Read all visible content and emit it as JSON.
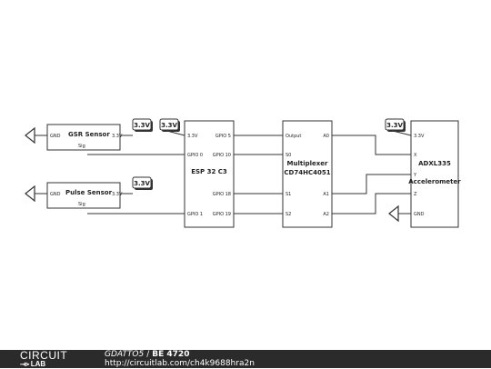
{
  "components": {
    "gsr": {
      "name": "GSR Sensor",
      "gnd": "GND",
      "vcc": "3.3V",
      "sig": "Sig"
    },
    "pulse": {
      "name": "Pulse Sensor",
      "gnd": "GND",
      "vcc": "3.3V",
      "sig": "Sig"
    },
    "esp": {
      "name": "ESP 32 C3",
      "pin_33": "3.3V",
      "gpio5": "GPIO 5",
      "gpio0": "GPIO 0",
      "gpio10": "GPIO 10",
      "gpio18": "GPIO 18",
      "gpio1": "GPIO 1",
      "gpio19": "GPIO 19"
    },
    "mux": {
      "name1": "Multiplexer",
      "name2": "CD74HC4051",
      "output": "Output",
      "a0": "A0",
      "s0": "S0",
      "s1": "S1",
      "a1": "A1",
      "s2": "S2",
      "a2": "A2"
    },
    "adxl": {
      "name1": "ADXL335",
      "name2": "Accelerometer",
      "vcc": "3.3V",
      "x": "X",
      "y": "Y",
      "z": "Z",
      "gnd": "GND"
    }
  },
  "power_labels": [
    "3.3V",
    "3.3V",
    "3.3V",
    "3.3V"
  ],
  "footer": {
    "logo_top": "CIRCUIT",
    "logo_glyph": "⊸⊳",
    "logo_bottom": "LAB",
    "user": "GDATTO5",
    "separator": "/",
    "circuit_name": "BE 4720",
    "url": "http://circuitlab.com/ch4k9688hra2n"
  }
}
